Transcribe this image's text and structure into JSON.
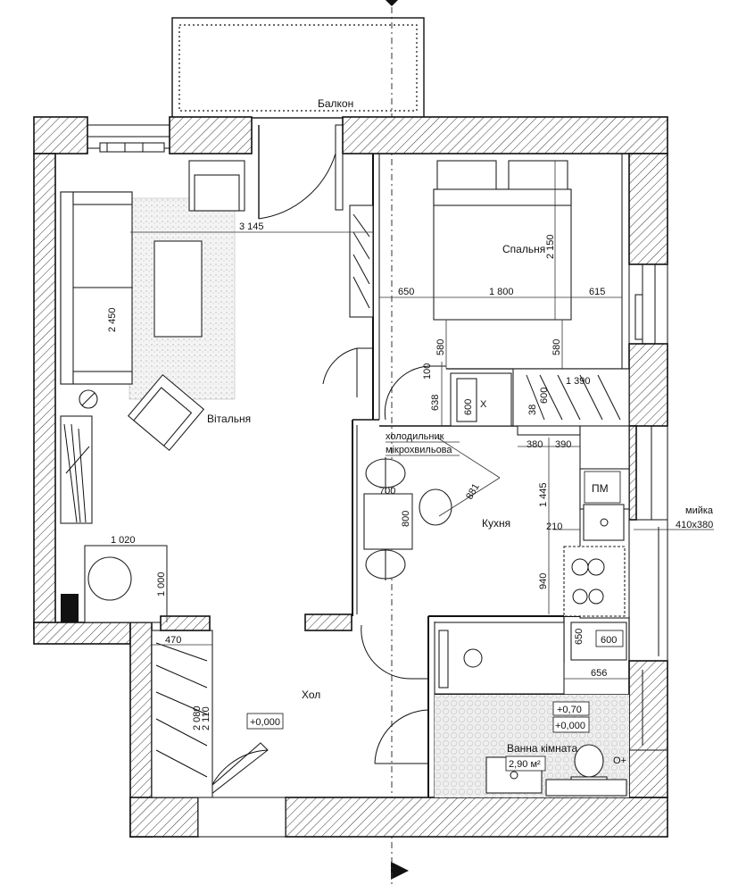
{
  "rooms": {
    "balcony": "Балкон",
    "bedroom": "Спальня",
    "living": "Вітальня",
    "kitchen": "Кухня",
    "hall": "Хол",
    "bathroom": "Ванна кімната"
  },
  "dimensions": {
    "d3145": "3 145",
    "d2450": "2 450",
    "d2150": "2 150",
    "d650": "650",
    "d1800": "1 800",
    "d615": "615",
    "d580a": "580",
    "d580b": "580",
    "d100": "100",
    "d638": "638",
    "d600a": "600",
    "d600b": "600",
    "d38": "38",
    "d1390": "1 390",
    "d380": "380",
    "d390": "390",
    "d1445": "1 445",
    "d700": "700",
    "d800": "800",
    "d881": "881",
    "d210": "210",
    "d940": "940",
    "d1020": "1 020",
    "d1000": "1 000",
    "d470": "470",
    "d2080": "2 080",
    "d2110": "2 110",
    "d650b": "650",
    "d600c": "600",
    "d656": "656"
  },
  "labels": {
    "fridge": "холодильник",
    "microwave": "мікрохвильова",
    "sink": "мийка",
    "sink_size": "410x380",
    "dishwasher": "ПМ",
    "x_mark": "X",
    "level_hall": "+0,000",
    "level_bath_top": "+0,70",
    "level_bath": "+0,000",
    "bath_area": "2,90 м²",
    "outlet": "O+"
  }
}
